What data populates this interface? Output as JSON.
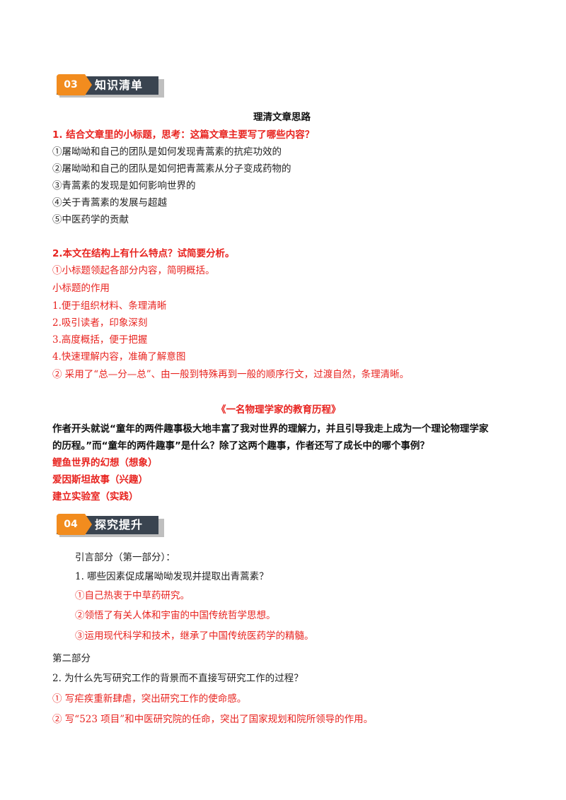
{
  "section1": {
    "badge_number": "03",
    "badge_label": "知识清单",
    "heading": "理清文章思路",
    "q1": {
      "question": "1.  结合文章里的小标题，思考：这篇文章主要写了哪些内容？",
      "answers": [
        "①屠呦呦和自己的团队是如何发现青蒿素的抗疟功效的",
        "②屠呦呦和自己的团队是如何把青蒿素从分子变成药物的",
        "③青蒿素的发现是如何影响世界的",
        "④关于青蒿素的发展与超越",
        "⑤中医药学的贡献"
      ]
    },
    "q2": {
      "question": "2.本文在结构上有什么特点？试简要分析。",
      "lines": [
        "①小标题领起各部分内容，简明概括。",
        "小标题的作用",
        "1.便于组织材料、条理清晰",
        "2.吸引读者，印象深刻",
        "3.高度概括，便于把握",
        "4.快速理解内容，准确了解意图",
        "②  采用了“总—分—总”、由一般到特殊再到一般的顺序行文，过渡自然，条理清晰。"
      ]
    },
    "article2": {
      "title": "《一名物理学家的教育历程》",
      "question_line1": "作者开头就说“童年的两件趣事极大地丰富了我对世界的理解力，并且引导我走上成为一个理论物理学家",
      "question_line2": "的历程。”而“童年的两件趣事”是什么？除了这两个趣事，作者还写了成长中的哪个事例？",
      "answers": [
        "鲤鱼世界的幻想（想象）",
        "爱因斯坦故事（兴趣）",
        "建立实验室（实践）"
      ]
    }
  },
  "section2": {
    "badge_number": "04",
    "badge_label": "探究提升",
    "intro_label": "引言部分（第一部分）：",
    "q1": "1.  哪些因素促成屠呦呦发现并提取出青蒿素？",
    "q1_answers": [
      "①自己热衷于中草药研究。",
      "②领悟了有关人体和宇宙的中国传统哲学思想。",
      "③运用现代科学和技术，继承了中国传统医药学的精髓。"
    ],
    "part2_label": "第二部分",
    "q2": "2.  为什么先写研究工作的背景而不直接写研究工作的过程？",
    "q2_answers": [
      "①  写疟疾重新肆虐，突出研究工作的使命感。",
      "②  写“523 项目”和中医研究院的任命，突出了国家规划和院所领导的作用。"
    ]
  },
  "colors": {
    "accent_red": "#e8231f",
    "badge_orange": "#f28c1e",
    "badge_dark": "#3a4450"
  }
}
